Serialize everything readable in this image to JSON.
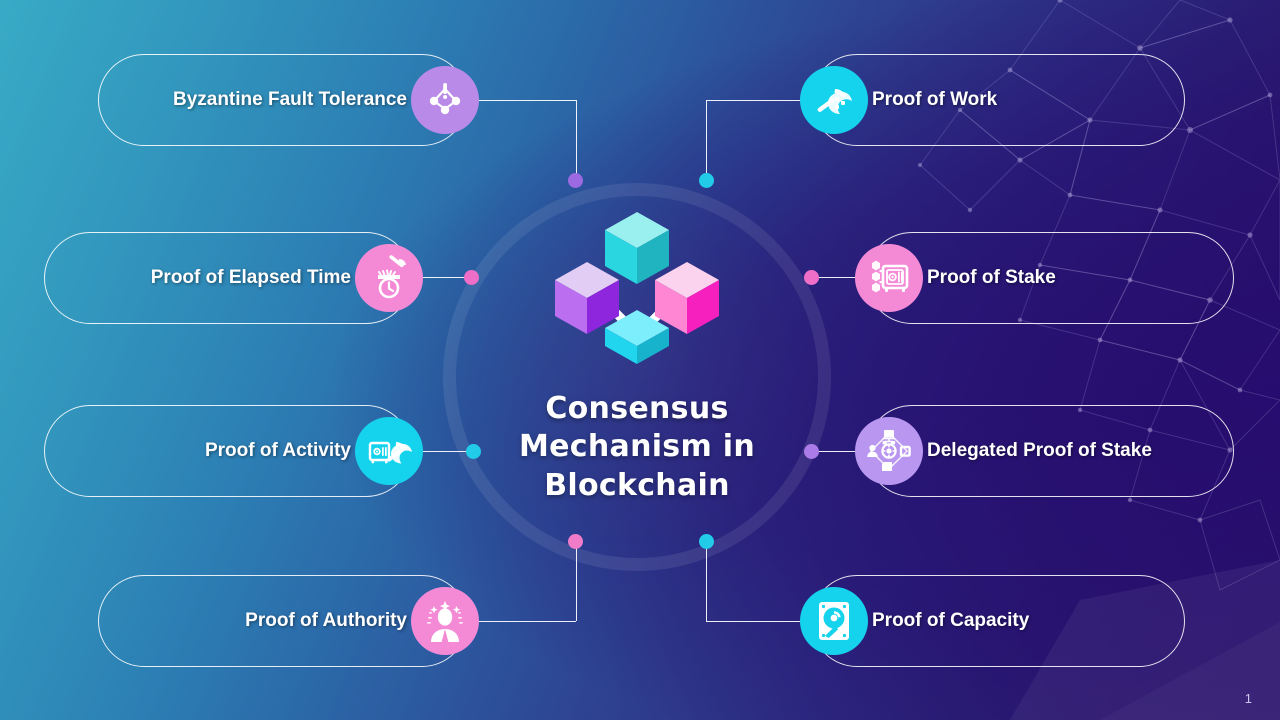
{
  "slide": {
    "page_number": "1",
    "center": {
      "title_lines": [
        "Consensus",
        "Mechanism in",
        "Blockchain"
      ],
      "title_full": "Consensus Mechanism in Blockchain",
      "art_icon": "blockchain-cubes-network-icon"
    },
    "colors": {
      "background_start": "#38aac6",
      "background_end": "#2a1369",
      "badge_purple": "#b98ae8",
      "badge_cyan": "#16d3ed",
      "badge_pink": "#f48ad6",
      "badge_violet": "#b996ef",
      "dot_purple": "#9b6ae0",
      "dot_cyan": "#22cbe8",
      "dot_pink": "#ef6fc8",
      "pill_border": "#ffffff",
      "text": "#ffffff"
    },
    "items": [
      {
        "id": "byzantine-fault-tolerance",
        "label": "Byzantine Fault Tolerance",
        "side": "left",
        "row": 1,
        "badge_color": "#b98ae8",
        "badge_class": "c-purple",
        "icon": "network-alert-nodes-icon",
        "connector_dot_color": "#9b6ae0",
        "connector_dot_class": "purple"
      },
      {
        "id": "proof-of-work",
        "label": "Proof of Work",
        "side": "right",
        "row": 1,
        "badge_color": "#16d3ed",
        "badge_class": "c-cyan",
        "icon": "pickaxe-mining-icon",
        "connector_dot_color": "#22cbe8",
        "connector_dot_class": "cyan"
      },
      {
        "id": "proof-of-elapsed-time",
        "label": "Proof of Elapsed Time",
        "side": "left",
        "row": 2,
        "badge_color": "#f48ad6",
        "badge_class": "c-pink",
        "icon": "clock-pickaxe-icon",
        "connector_dot_color": "#ef6fc8",
        "connector_dot_class": "pink"
      },
      {
        "id": "proof-of-stake",
        "label": "Proof of Stake",
        "side": "right",
        "row": 2,
        "badge_color": "#f48ad6",
        "badge_class": "c-pink",
        "icon": "vault-coins-icon",
        "connector_dot_color": "#ef6fc8",
        "connector_dot_class": "pink"
      },
      {
        "id": "proof-of-activity",
        "label": "Proof of Activity",
        "side": "left",
        "row": 3,
        "badge_color": "#16d3ed",
        "badge_class": "c-cyan",
        "icon": "vault-pickaxe-icon",
        "connector_dot_color": "#22cbe8",
        "connector_dot_class": "cyan"
      },
      {
        "id": "delegated-proof-of-stake",
        "label": "Delegated Proof of Stake",
        "side": "right",
        "row": 3,
        "badge_color": "#b996ef",
        "badge_class": "c-violet",
        "icon": "delegation-network-icon",
        "connector_dot_color": "#ab7ce8",
        "connector_dot_class": "violet"
      },
      {
        "id": "proof-of-authority",
        "label": "Proof of Authority",
        "side": "left",
        "row": 4,
        "badge_color": "#f48ad6",
        "badge_class": "c-pink",
        "icon": "person-stars-authority-icon",
        "connector_dot_color": "#ef6fc8",
        "connector_dot_class": "pink"
      },
      {
        "id": "proof-of-capacity",
        "label": "Proof of Capacity",
        "side": "right",
        "row": 4,
        "badge_color": "#16d3ed",
        "badge_class": "c-cyan",
        "icon": "hard-disk-drive-icon",
        "connector_dot_color": "#22cbe8",
        "connector_dot_class": "cyan"
      }
    ]
  }
}
